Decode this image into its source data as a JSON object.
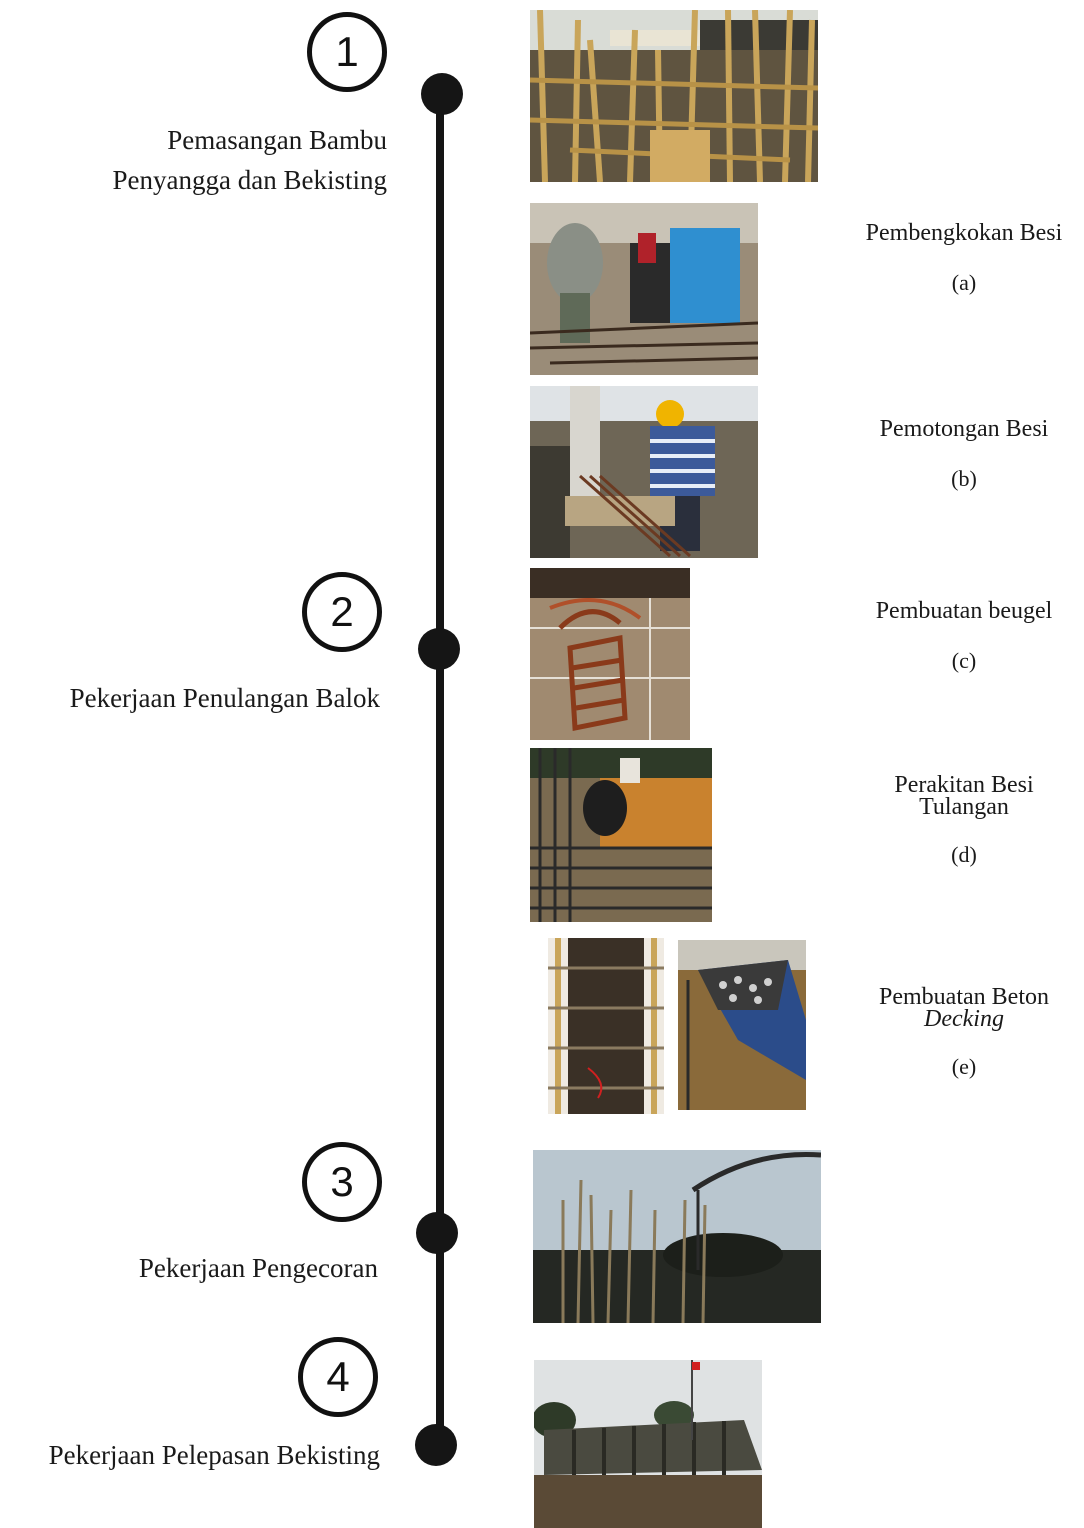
{
  "steps": [
    {
      "number": "1",
      "label_lines": [
        "Pemasangan Bambu",
        "Penyangga dan Bekisting"
      ]
    },
    {
      "number": "2",
      "label_lines": [
        "Pekerjaan Penulangan Balok"
      ]
    },
    {
      "number": "3",
      "label_lines": [
        "Pekerjaan Pengecoran"
      ]
    },
    {
      "number": "4",
      "label_lines": [
        "Pekerjaan Pelepasan Bekisting"
      ]
    }
  ],
  "substeps": [
    {
      "label_lines": [
        "Pembengkokan Besi"
      ],
      "letter": "(a)"
    },
    {
      "label_lines": [
        "Pemotongan  Besi"
      ],
      "letter": "(b)"
    },
    {
      "label_lines": [
        "Pembuatan beugel"
      ],
      "letter": "(c)"
    },
    {
      "label_lines": [
        "Perakitan Besi",
        "Tulangan"
      ],
      "letter": "(d)"
    },
    {
      "label_lines": [
        "Pembuatan Beton",
        "Decking"
      ],
      "letter": "(e)"
    }
  ],
  "colors": {
    "line": "#151515",
    "sky": "#cfd8de",
    "soil": "#6b5a40",
    "bamboo": "#c9a55a",
    "rebar": "#3a2a1e"
  }
}
